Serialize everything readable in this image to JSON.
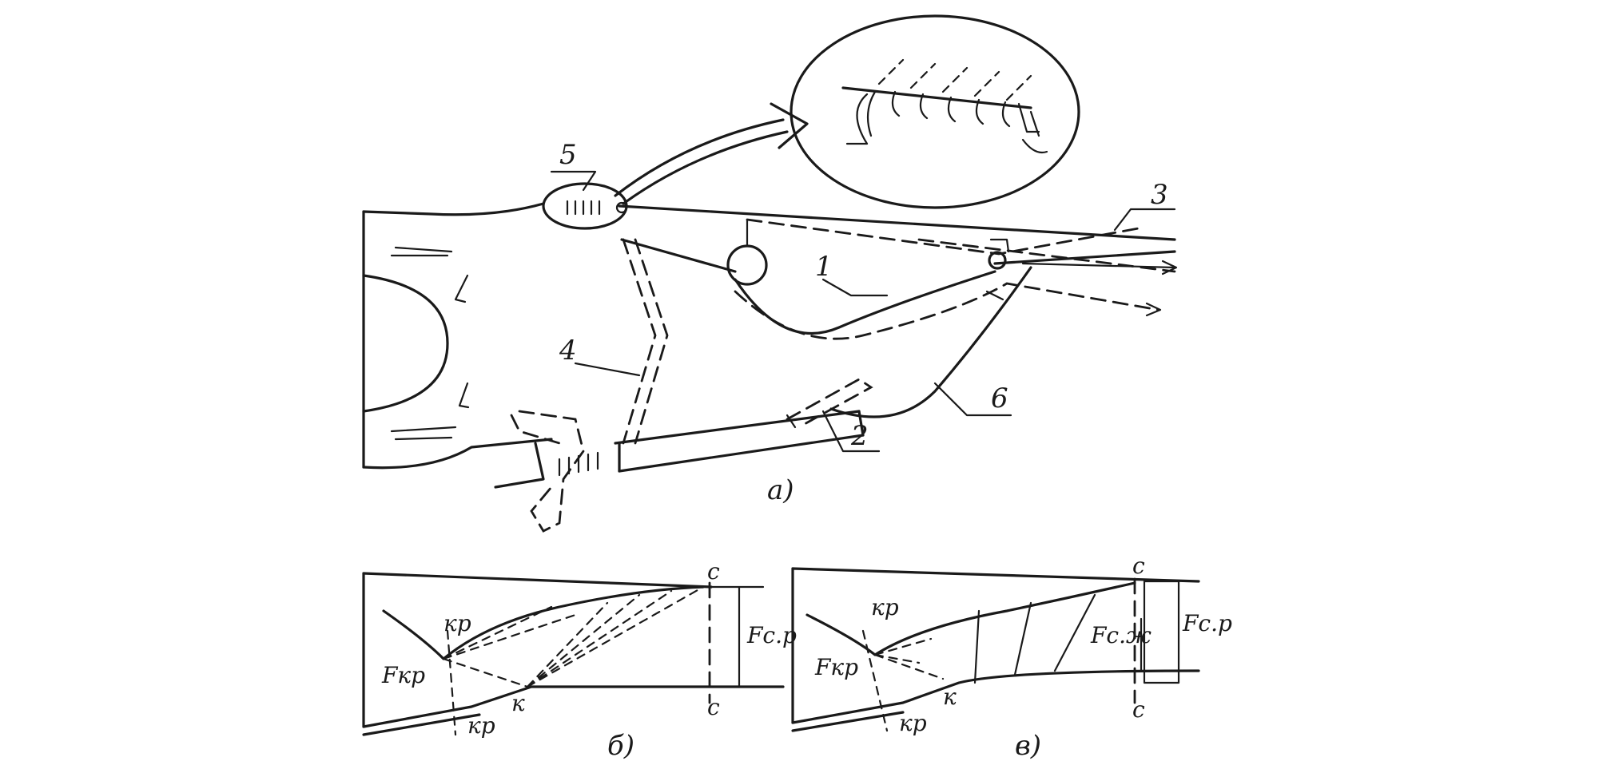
{
  "labels": {
    "n1": "1",
    "n2": "2",
    "n3": "3",
    "n4": "4",
    "n5": "5",
    "n6": "6",
    "part_a": "а)",
    "part_b": "б)",
    "part_v": "в)",
    "kr": "кр",
    "k": "к",
    "c": "с",
    "f_kr": "Fкр",
    "f_cp": "Fс.р",
    "f_cj": "Fс.ж"
  }
}
